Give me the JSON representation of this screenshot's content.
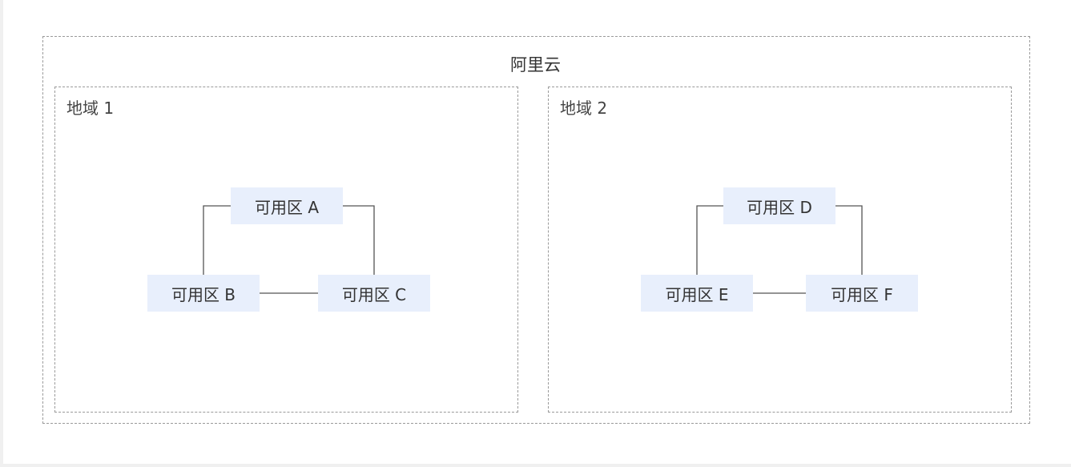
{
  "diagram": {
    "cloud_label": "阿里云",
    "regions": [
      {
        "label": "地域 1",
        "zones": [
          "可用区 A",
          "可用区 B",
          "可用区 C"
        ]
      },
      {
        "label": "地域 2",
        "zones": [
          "可用区 D",
          "可用区 E",
          "可用区 F"
        ]
      }
    ]
  },
  "colors": {
    "zone_fill": "#e8effc",
    "border": "#9a9a9a",
    "connector": "#555555"
  }
}
